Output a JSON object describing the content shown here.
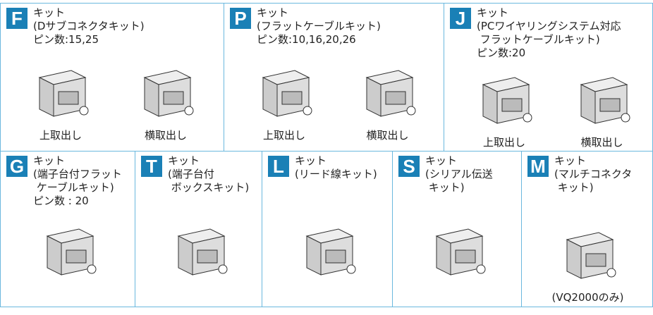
{
  "top": [
    {
      "letter": "F",
      "title": "キット",
      "desc": "(Dサブコネクタキット)",
      "pins": "ピン数:15,25",
      "products": [
        "上取出し",
        "横取出し"
      ]
    },
    {
      "letter": "P",
      "title": "キット",
      "desc": "(フラットケーブルキット)",
      "pins": "ピン数:10,16,20,26",
      "products": [
        "上取出し",
        "横取出し"
      ]
    },
    {
      "letter": "J",
      "title": "キット",
      "desc": "(PCワイヤリングシステム対応\n フラットケーブルキット)",
      "pins": "ピン数:20",
      "products": [
        "上取出し",
        "横取出し"
      ]
    }
  ],
  "bottom": [
    {
      "letter": "G",
      "title": "キット",
      "desc": "(端子台付フラット\n ケーブルキット)",
      "pins": "ピン数 : 20",
      "note": ""
    },
    {
      "letter": "T",
      "title": "キット",
      "desc": "(端子台付\n ボックスキット)",
      "pins": "",
      "note": ""
    },
    {
      "letter": "L",
      "title": "キット",
      "desc": "(リード線キット)",
      "pins": "",
      "note": ""
    },
    {
      "letter": "S",
      "title": "キット",
      "desc": "(シリアル伝送\n キット)",
      "pins": "",
      "note": ""
    },
    {
      "letter": "M",
      "title": "キット",
      "desc": "(マルチコネクタ\n キット)",
      "pins": "",
      "note": "(VQ2000のみ)"
    }
  ],
  "colors": {
    "badge": "#1a80b6",
    "border": "#6bb8de"
  }
}
